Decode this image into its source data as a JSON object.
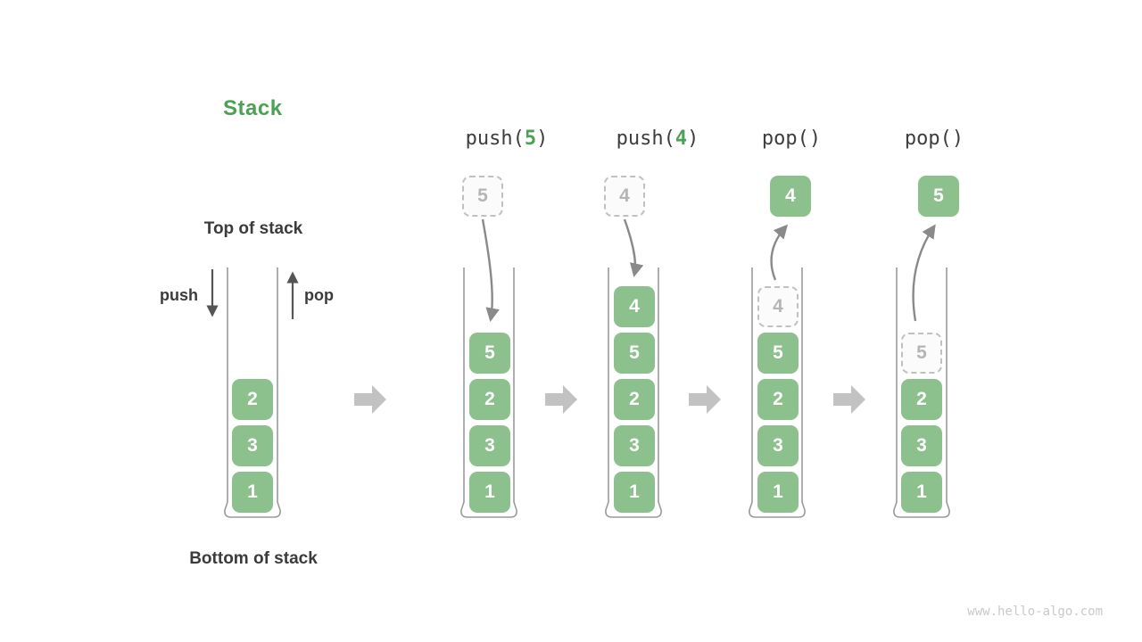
{
  "title": "Stack",
  "annotations": {
    "top_label": "Top of stack",
    "bottom_label": "Bottom of stack",
    "push_label": "push",
    "pop_label": "pop"
  },
  "watermark": "www.hello-algo.com",
  "colors": {
    "accent_green": "#4ca154",
    "cell_green": "#8cc08c",
    "curve_arrow_gray": "#8a8a8a",
    "block_arrow_gray": "#c2c2c2",
    "text_dark": "#3b3b3b"
  },
  "columns": [
    {
      "id": "initial",
      "cells": [
        {
          "value": "2"
        },
        {
          "value": "3"
        },
        {
          "value": "1"
        }
      ]
    },
    {
      "id": "after-push-5",
      "operation": {
        "prefix": "push(",
        "arg": "5",
        "suffix": ")"
      },
      "floating": {
        "value": "5",
        "variant": "dashed"
      },
      "cells": [
        {
          "value": "5"
        },
        {
          "value": "2"
        },
        {
          "value": "3"
        },
        {
          "value": "1"
        }
      ]
    },
    {
      "id": "after-push-4",
      "operation": {
        "prefix": "push(",
        "arg": "4",
        "suffix": ")"
      },
      "floating": {
        "value": "4",
        "variant": "dashed"
      },
      "cells": [
        {
          "value": "4"
        },
        {
          "value": "5"
        },
        {
          "value": "2"
        },
        {
          "value": "3"
        },
        {
          "value": "1"
        }
      ]
    },
    {
      "id": "after-pop-4",
      "operation": {
        "prefix": "pop()",
        "arg": "",
        "suffix": ""
      },
      "floating": {
        "value": "4",
        "variant": "solid"
      },
      "cells": [
        {
          "value": "4",
          "variant": "dashed"
        },
        {
          "value": "5"
        },
        {
          "value": "2"
        },
        {
          "value": "3"
        },
        {
          "value": "1"
        }
      ]
    },
    {
      "id": "after-pop-5",
      "operation": {
        "prefix": "pop()",
        "arg": "",
        "suffix": ""
      },
      "floating": {
        "value": "5",
        "variant": "solid"
      },
      "cells": [
        {
          "value": "5",
          "variant": "dashed"
        },
        {
          "value": "2"
        },
        {
          "value": "3"
        },
        {
          "value": "1"
        }
      ]
    }
  ]
}
